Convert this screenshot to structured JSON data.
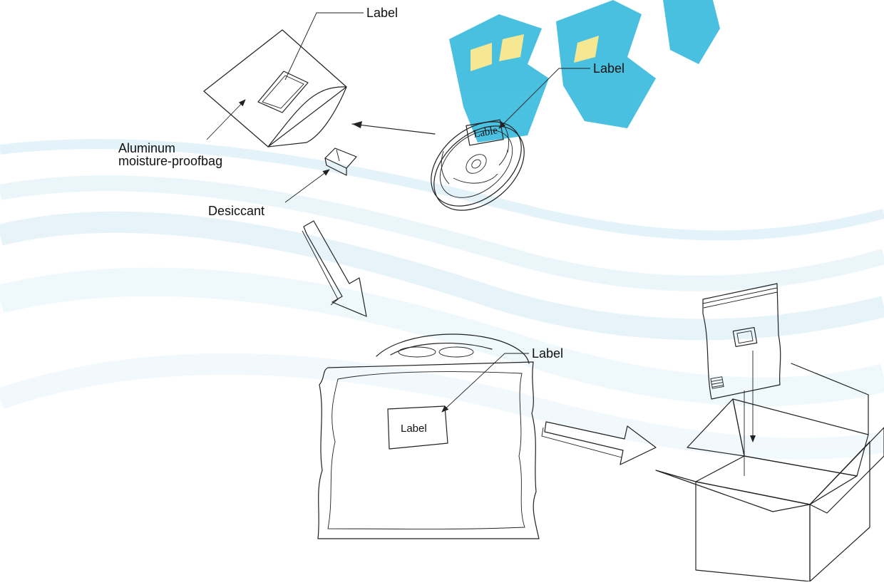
{
  "diagram": {
    "labels": {
      "label_top_bag": "Label",
      "label_reel": "Label",
      "reel_tag": "Lable",
      "aluminum_line1": "Aluminum",
      "aluminum_line2": "moisture-proofbag",
      "desiccant": "Desiccant",
      "label_sealed_bag": "Label",
      "bag_tag": "Label"
    },
    "colors": {
      "line": "#222222",
      "watermark_blue": "#1fb2d8",
      "watermark_yellow": "#f2e27a",
      "wave_light": "#bfe3f2"
    }
  }
}
